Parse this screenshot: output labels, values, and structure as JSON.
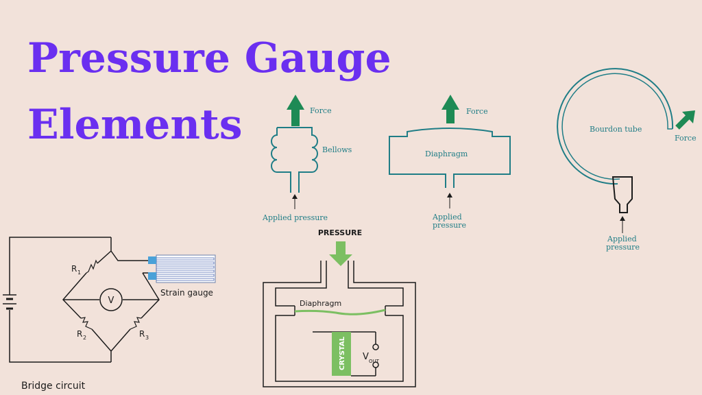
{
  "title": {
    "line1": "Pressure Gauge",
    "line2": "Elements"
  },
  "bellows": {
    "force": "Force",
    "element": "Bellows",
    "applied_pressure": "Applied pressure"
  },
  "diaphragm_gauge": {
    "force": "Force",
    "element": "Diaphragm",
    "applied_pressure_line1": "Applied",
    "applied_pressure_line2": "pressure"
  },
  "bourdon": {
    "element": "Bourdon tube",
    "force": "Force",
    "applied_pressure_line1": "Applied",
    "applied_pressure_line2": "pressure"
  },
  "bridge": {
    "r1": "R",
    "r1_sub": "1",
    "r2": "R",
    "r2_sub": "2",
    "r3": "R",
    "r3_sub": "3",
    "meter": "V",
    "strain_gauge": "Strain gauge",
    "caption": "Bridge circuit"
  },
  "piezo": {
    "pressure": "PRESSURE",
    "diaphragm": "Diaphragm",
    "crystal": "CRYSTAL",
    "vout": "V",
    "vout_sub": "OUT"
  },
  "colors": {
    "title": "#6a2ff0",
    "background": "#f2e2da",
    "teal": "#1f7d86",
    "green_arrow": "#1e8a55",
    "piezo_green": "#7cbf62"
  }
}
